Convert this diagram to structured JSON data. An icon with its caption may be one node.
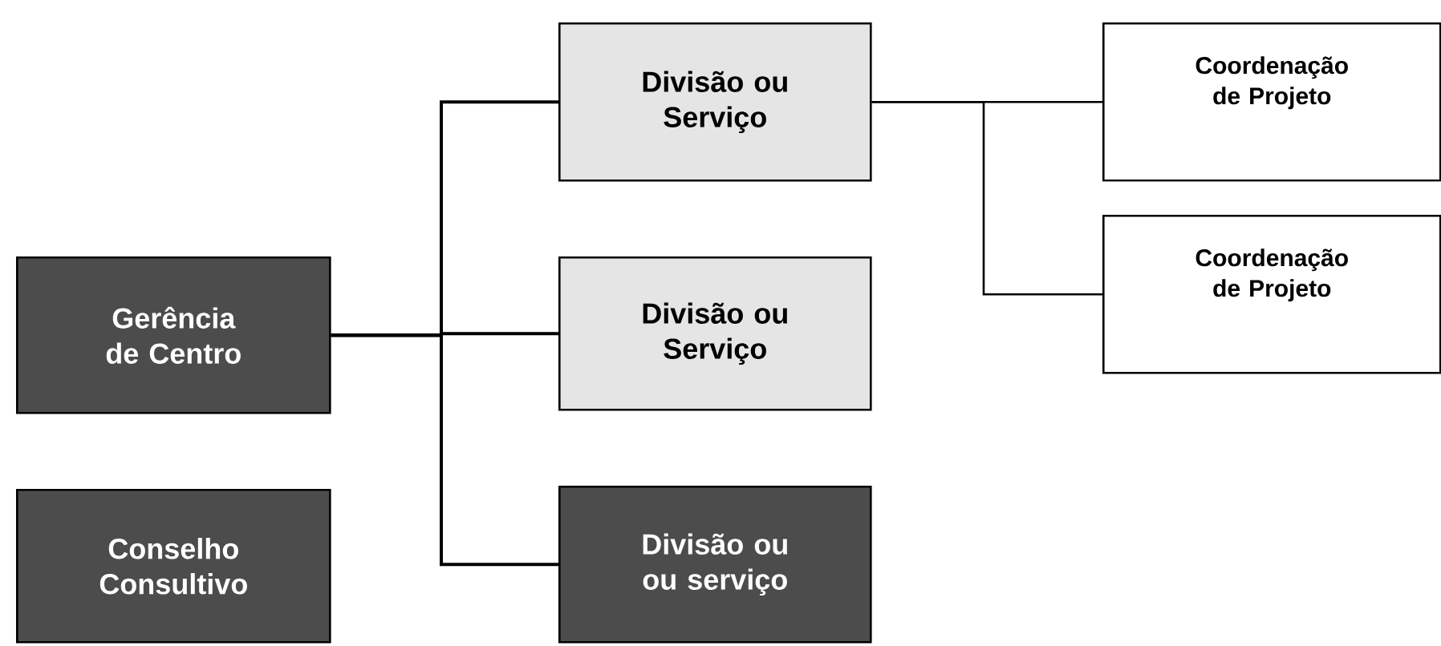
{
  "diagram": {
    "nodes": [
      {
        "text": [
          "Gerência de Centro"
        ]
      },
      {
        "text": [
          "Conselho Consultivo"
        ]
      },
      {
        "text": [
          "Divisão ou Serviço"
        ]
      },
      {
        "text": [
          "Divisão ou Serviço"
        ]
      },
      {
        "text": [
          "Divisão ou ou serviço"
        ]
      },
      {
        "text": [
          "Coordenação de Projeto"
        ]
      },
      {
        "text": [
          "Coordenação de Projeto"
        ]
      }
    ],
    "edges": [
      {
        "from": 0,
        "to": 2,
        "arrow": "none"
      },
      {
        "from": 0,
        "to": 3,
        "arrow": "none"
      },
      {
        "from": 0,
        "to": 4,
        "arrow": "none"
      },
      {
        "from": 2,
        "to": 5,
        "arrow": "none"
      },
      {
        "from": 2,
        "to": 6,
        "arrow": "none"
      }
    ]
  }
}
